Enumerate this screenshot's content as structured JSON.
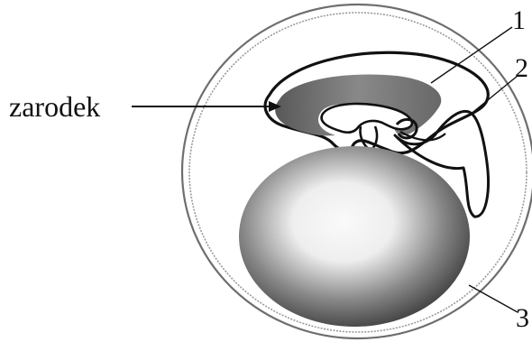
{
  "labels": {
    "embryo": "zarodek",
    "n1": "1",
    "n2": "2",
    "n3": "3"
  },
  "colors": {
    "ink": "#111111",
    "shading": "#555555",
    "background": "#ffffff"
  }
}
